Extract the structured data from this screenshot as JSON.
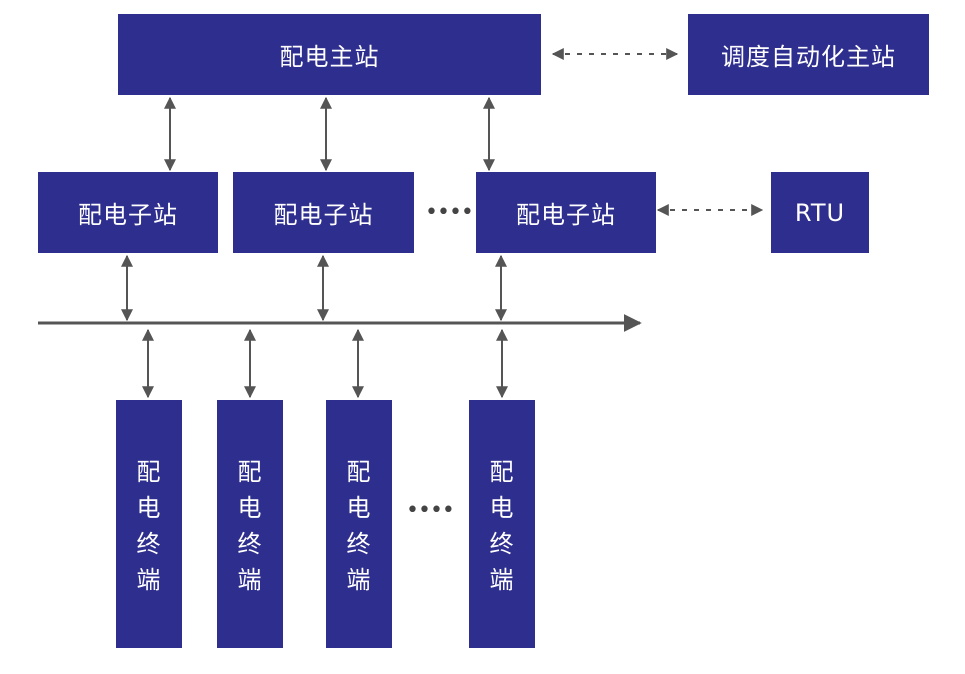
{
  "nodes": {
    "main_station": "配电主站",
    "dispatch_station": "调度自动化主站",
    "substation_1": "配电子站",
    "substation_2": "配电子站",
    "substation_3": "配电子站",
    "rtu": "RTU",
    "terminal_1": [
      "配",
      "电",
      "终",
      "端"
    ],
    "terminal_2": [
      "配",
      "电",
      "终",
      "端"
    ],
    "terminal_3": [
      "配",
      "电",
      "终",
      "端"
    ],
    "terminal_4": [
      "配",
      "电",
      "终",
      "端"
    ]
  },
  "ellipsis": {
    "substations": "••••",
    "terminals": "••••"
  },
  "colors": {
    "box_fill": "#2e2e8e",
    "box_text": "#ffffff",
    "line": "#555555"
  }
}
